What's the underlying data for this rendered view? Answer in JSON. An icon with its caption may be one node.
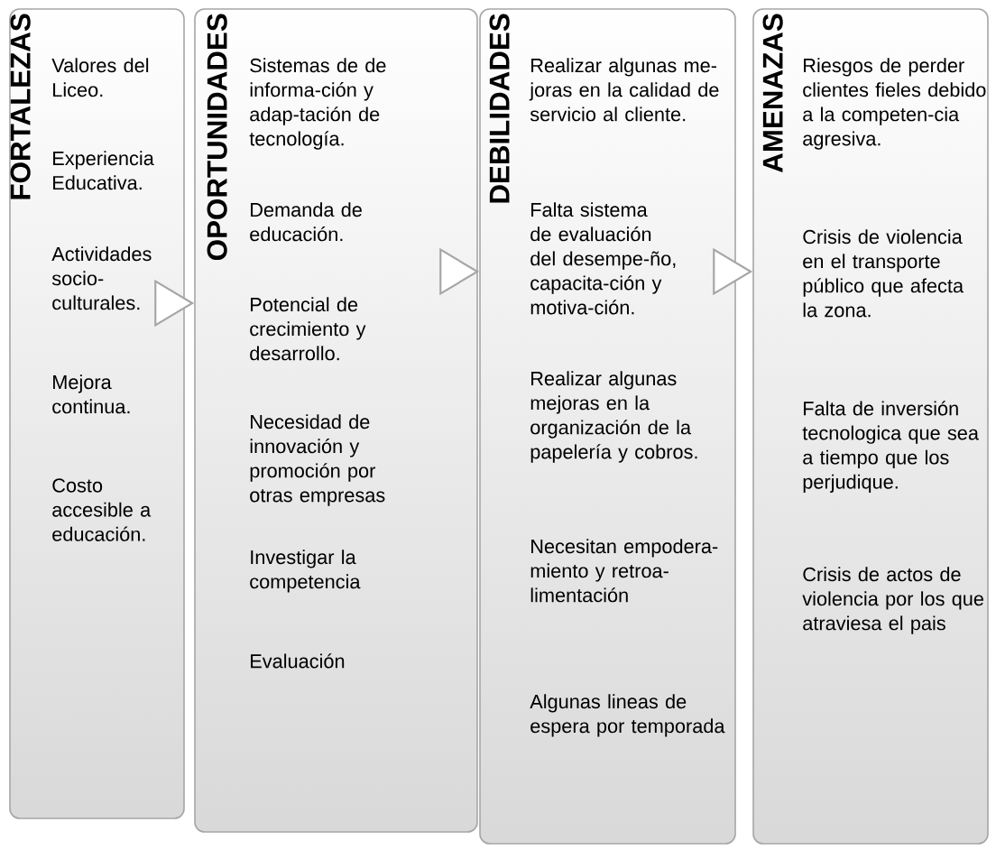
{
  "diagram": {
    "nodes": [
      {
        "text": [
          "FORTALEZAS",
          "Valores del Liceo.",
          "Experiencia Educativa.",
          "Actividades socio-culturales.",
          "Mejora continua.",
          "Costo accesible a educación."
        ]
      },
      {
        "text": [
          "OPORTUNIDADES",
          "Sistemas de de informa-ción y adap-tación de tecnología.",
          "Demanda de educación.",
          "Potencial de crecimiento y desarrollo.",
          "Necesidad de innovación y promoción por otras empresas",
          "Investigar la competencia",
          "Evaluación"
        ]
      },
      {
        "text": [
          "DEBILIDADES",
          "Realizar algunas me-joras en la calidad de servicio al cliente.",
          "Falta sistema de evaluación del desempe-ño, capacita-ción y motiva-ción.",
          "Realizar algunas mejoras en la organización de la papelería y cobros.",
          "Necesitan empodera-miento y retroa-limentación",
          "Algunas lineas de espera por temporada"
        ]
      },
      {
        "text": [
          "AMENAZAS",
          "Riesgos de perder clientes fieles debido a la competen-cia agresiva.",
          "Crisis de violencia en el transporte público que afecta la zona.",
          "Falta de inversión tecnologica que sea a tiempo que los perjudique.",
          "Crisis de actos de violencia por los que atraviesa el pais"
        ]
      }
    ],
    "edges": [
      {
        "from": 0,
        "to": 1,
        "arrow": "to"
      },
      {
        "from": 1,
        "to": 2,
        "arrow": "to"
      },
      {
        "from": 2,
        "to": 3,
        "arrow": "to"
      }
    ]
  }
}
